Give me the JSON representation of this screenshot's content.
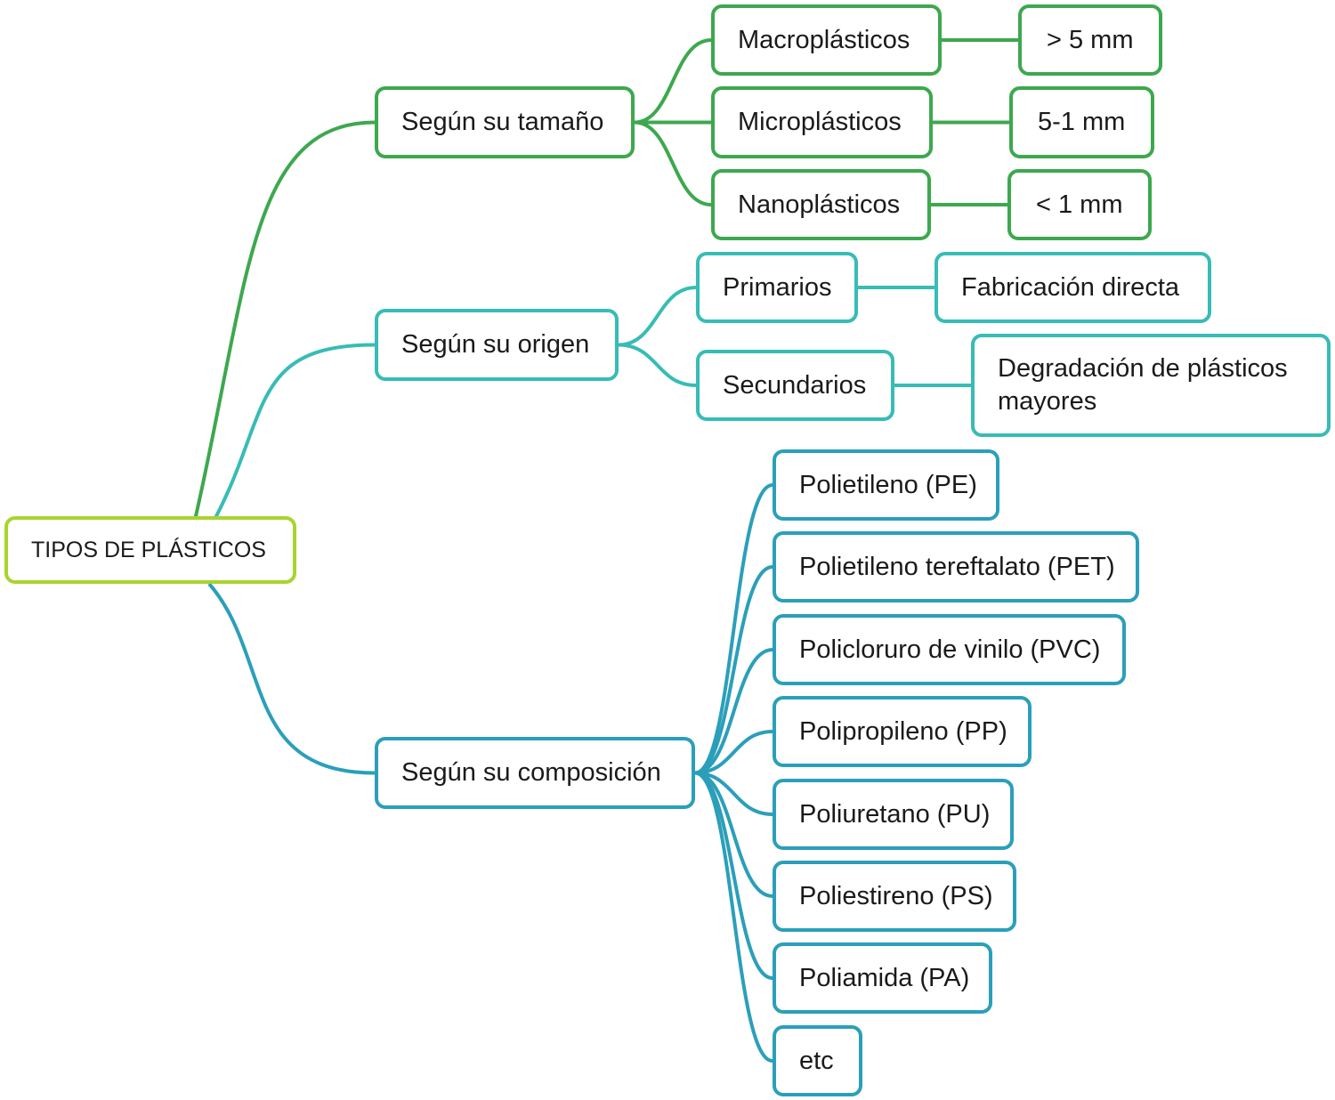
{
  "colors": {
    "root": "#a9d42e",
    "size": "#3da84e",
    "origin": "#37bcb6",
    "composition": "#2b9fba"
  },
  "root": {
    "label": "TIPOS DE PLÁSTICOS"
  },
  "branches": {
    "size": {
      "label": "Según su tamaño",
      "items": [
        {
          "label": "Macroplásticos",
          "detail": "> 5 mm"
        },
        {
          "label": "Microplásticos",
          "detail": "5-1 mm"
        },
        {
          "label": "Nanoplásticos",
          "detail": "< 1 mm"
        }
      ]
    },
    "origin": {
      "label": "Según su origen",
      "items": [
        {
          "label": "Primarios",
          "detail": "Fabricación directa"
        },
        {
          "label": "Secundarios",
          "detail": "Degradación de plásticos mayores"
        }
      ]
    },
    "composition": {
      "label": "Según su composición",
      "items": [
        {
          "label": "Polietileno (PE)"
        },
        {
          "label": "Polietileno tereftalato (PET)"
        },
        {
          "label": "Policloruro de vinilo (PVC)"
        },
        {
          "label": "Polipropileno (PP)"
        },
        {
          "label": "Poliuretano (PU)"
        },
        {
          "label": "Poliestireno (PS)"
        },
        {
          "label": "Poliamida (PA)"
        },
        {
          "label": "etc"
        }
      ]
    }
  }
}
